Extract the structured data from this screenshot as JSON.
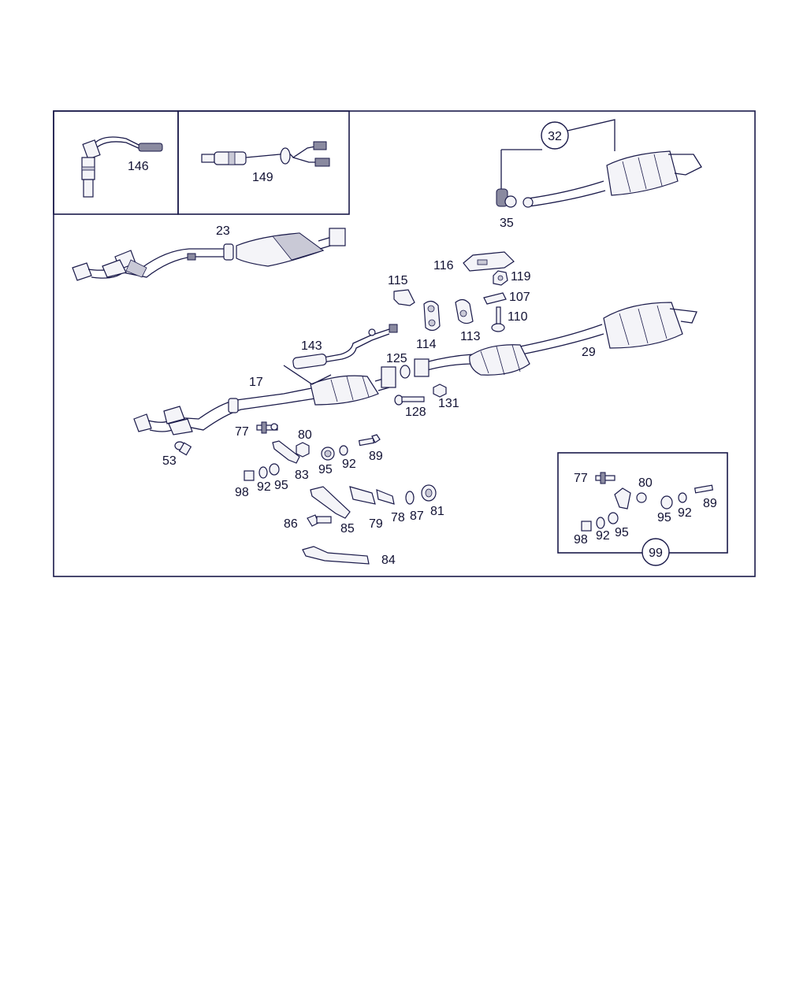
{
  "diagram": {
    "parts": {
      "p146": "146",
      "p149": "149",
      "p32": "32",
      "p35": "35",
      "p23": "23",
      "p116": "116",
      "p119": "119",
      "p115": "115",
      "p107": "107",
      "p110": "110",
      "p114": "114",
      "p113": "113",
      "p143": "143",
      "p29": "29",
      "p125": "125",
      "p17": "17",
      "p128": "128",
      "p131": "131",
      "p53": "53",
      "p77": "77",
      "p80": "80",
      "p95": "95",
      "p92": "92",
      "p89": "89",
      "p83": "83",
      "p98": "98",
      "p86": "86",
      "p85": "85",
      "p79": "79",
      "p78": "78",
      "p87": "87",
      "p81": "81",
      "p84": "84",
      "p99": "99"
    }
  }
}
